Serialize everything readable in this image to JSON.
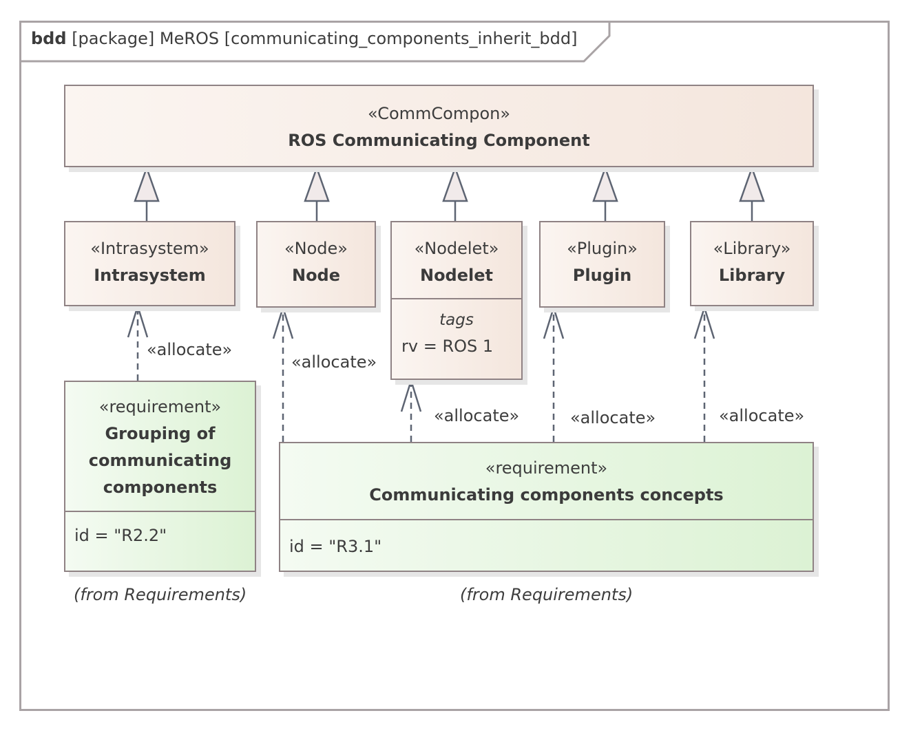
{
  "frame": {
    "kind": "bdd",
    "title": "[package] MeROS [communicating_components_inherit_bdd]"
  },
  "blocks": {
    "comm": {
      "stereotype": "«CommCompon»",
      "name": "ROS Communicating Component"
    },
    "intrasystem": {
      "stereotype": "«Intrasystem»",
      "name": "Intrasystem"
    },
    "node": {
      "stereotype": "«Node»",
      "name": "Node"
    },
    "nodelet": {
      "stereotype": "«Nodelet»",
      "name": "Nodelet",
      "tags_label": "tags",
      "tag": "rv = ROS 1"
    },
    "plugin": {
      "stereotype": "«Plugin»",
      "name": "Plugin"
    },
    "library": {
      "stereotype": "«Library»",
      "name": "Library"
    }
  },
  "requirements": {
    "r22": {
      "stereotype": "«requirement»",
      "name_lines": [
        "Grouping of",
        "communicating",
        "components"
      ],
      "id": "id = \"R2.2\"",
      "from": "(from Requirements)"
    },
    "r31": {
      "stereotype": "«requirement»",
      "name": "Communicating components concepts",
      "id": "id = \"R3.1\"",
      "from": "(from Requirements)"
    }
  },
  "relations": {
    "allocate_label": "«allocate»"
  },
  "colors": {
    "block_fill_start": "#fbf5f1",
    "block_fill_end": "#f4e6dd",
    "requirement_fill_start": "#f4fbf2",
    "requirement_fill_end": "#dcf2d4",
    "border": "#8f8284",
    "connector": "#5d6472"
  }
}
